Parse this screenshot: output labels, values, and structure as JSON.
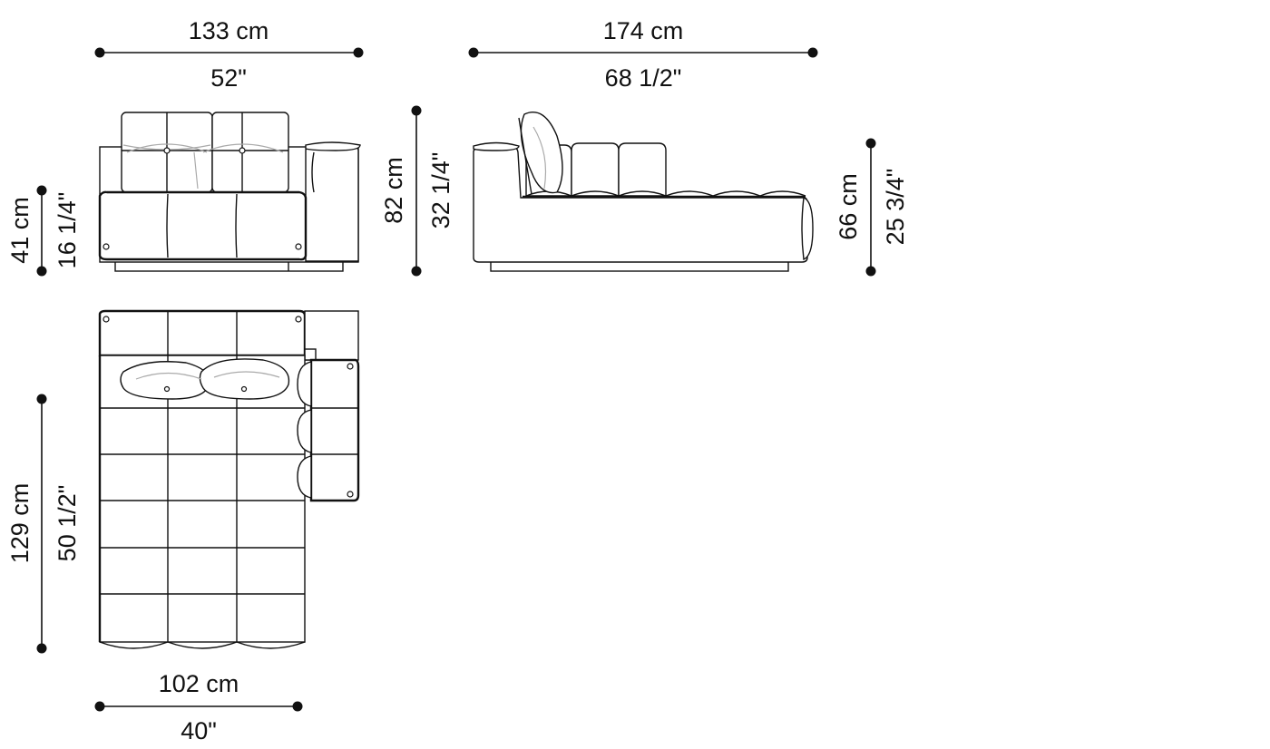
{
  "dimensions": {
    "front_width_cm": "133 cm",
    "front_width_in": "52\"",
    "side_width_cm": "174 cm",
    "side_width_in": "68 1/2\"",
    "seat_height_cm": "41 cm",
    "seat_height_in": "16 1/4\"",
    "total_height_cm": "82 cm",
    "total_height_in": "32 1/4\"",
    "arm_height_cm": "66 cm",
    "arm_height_in": "25 3/4\"",
    "plan_depth_cm": "129 cm",
    "plan_depth_in": "50 1/2\"",
    "plan_width_cm": "102 cm",
    "plan_width_in": "40\""
  }
}
